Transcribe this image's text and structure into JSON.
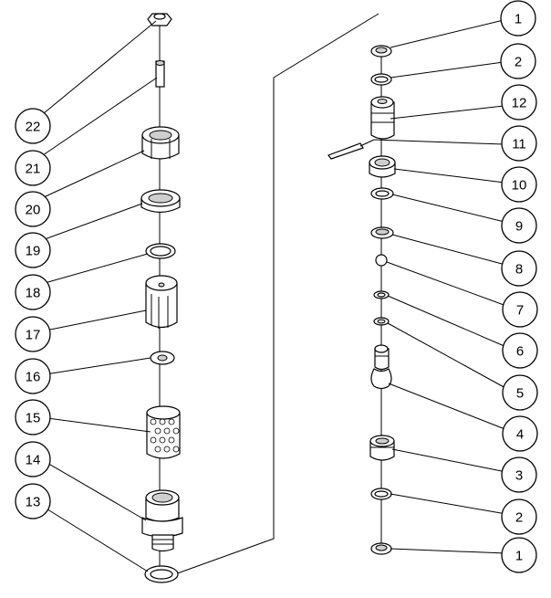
{
  "diagram": {
    "left_callouts": [
      {
        "id": "c22",
        "label": "22"
      },
      {
        "id": "c21",
        "label": "21"
      },
      {
        "id": "c20",
        "label": "20"
      },
      {
        "id": "c19",
        "label": "19"
      },
      {
        "id": "c18",
        "label": "18"
      },
      {
        "id": "c17",
        "label": "17"
      },
      {
        "id": "c16",
        "label": "16"
      },
      {
        "id": "c15",
        "label": "15"
      },
      {
        "id": "c14",
        "label": "14"
      },
      {
        "id": "c13",
        "label": "13"
      }
    ],
    "right_callouts": [
      {
        "id": "r1a",
        "label": "1"
      },
      {
        "id": "r2a",
        "label": "2"
      },
      {
        "id": "r12",
        "label": "12"
      },
      {
        "id": "r11",
        "label": "11"
      },
      {
        "id": "r10",
        "label": "10"
      },
      {
        "id": "r9",
        "label": "9"
      },
      {
        "id": "r8",
        "label": "8"
      },
      {
        "id": "r7",
        "label": "7"
      },
      {
        "id": "r6",
        "label": "6"
      },
      {
        "id": "r5",
        "label": "5"
      },
      {
        "id": "r4",
        "label": "4"
      },
      {
        "id": "r3",
        "label": "3"
      },
      {
        "id": "r2b",
        "label": "2"
      },
      {
        "id": "r1b",
        "label": "1"
      }
    ]
  }
}
